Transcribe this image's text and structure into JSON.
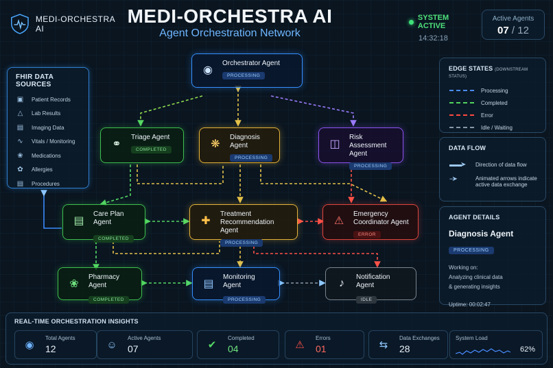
{
  "header": {
    "logo_text": "MEDI-ORCHESTRA AI",
    "title": "MEDI-ORCHESTRA AI",
    "subtitle": "Agent Orchestration Network",
    "system_status": "SYSTEM ACTIVE",
    "time": "14:32:18",
    "active_agents_label": "Active Agents",
    "active_agents_value": "07",
    "active_agents_total": "/ 12"
  },
  "fhir": {
    "title": "FHIR DATA SOURCES",
    "items": [
      {
        "label": "Patient Records",
        "icon": "id-card-icon"
      },
      {
        "label": "Lab Results",
        "icon": "flask-icon"
      },
      {
        "label": "Imaging Data",
        "icon": "image-icon"
      },
      {
        "label": "Vitals / Monitoring",
        "icon": "pulse-icon"
      },
      {
        "label": "Medications",
        "icon": "pill-icon"
      },
      {
        "label": "Allergies",
        "icon": "allergy-icon"
      },
      {
        "label": "Procedures",
        "icon": "clipboard-icon"
      }
    ]
  },
  "agents": {
    "orchestrator": {
      "name": "Orchestrator Agent",
      "status": "PROCESSING",
      "icon": "robot-icon"
    },
    "triage": {
      "name": "Triage Agent",
      "status": "COMPLETED",
      "icon": "stethoscope-icon"
    },
    "diagnosis": {
      "name": "Diagnosis Agent",
      "status": "PROCESSING",
      "icon": "brain-icon"
    },
    "risk": {
      "name_line1": "Risk Assessment",
      "name_line2": "Agent",
      "status": "PROCESSING",
      "icon": "chart-icon"
    },
    "careplan": {
      "name": "Care Plan Agent",
      "status": "COMPLETED",
      "icon": "clipboard-icon"
    },
    "treatment": {
      "name_line1": "Treatment",
      "name_line2": "Recommendation Agent",
      "status": "PROCESSING",
      "icon": "medical-cross-icon"
    },
    "emergency": {
      "name_line1": "Emergency",
      "name_line2": "Coordinator Agent",
      "status": "ERROR",
      "icon": "siren-icon"
    },
    "pharmacy": {
      "name": "Pharmacy Agent",
      "status": "COMPLETED",
      "icon": "pill-icon"
    },
    "monitoring": {
      "name": "Monitoring Agent",
      "status": "PROCESSING",
      "icon": "monitor-icon"
    },
    "notification": {
      "name": "Notification Agent",
      "status": "IDLE",
      "icon": "bell-icon"
    }
  },
  "edge_states": {
    "title": "EDGE STATES",
    "title_note": "(DOWNSTREAM STATUS)",
    "items": [
      {
        "label": "Processing",
        "color": "#4a8cff"
      },
      {
        "label": "Completed",
        "color": "#52d65e"
      },
      {
        "label": "Error",
        "color": "#ff4a40"
      },
      {
        "label": "Idle / Waiting",
        "color": "#8a98a6"
      }
    ]
  },
  "data_flow": {
    "title": "DATA FLOW",
    "row1": "Direction of data flow",
    "row2_line1": "Animated arrows indicate",
    "row2_line2": "active data exchange"
  },
  "agent_details": {
    "title": "AGENT DETAILS",
    "name": "Diagnosis Agent",
    "status": "PROCESSING",
    "working_on_label": "Working on:",
    "working_line1": "Analyzing clinical data",
    "working_line2": "& generating insights",
    "uptime": "Uptime:   00:02:47"
  },
  "insights": {
    "title": "REAL-TIME ORCHESTRATION INSIGHTS",
    "cards": [
      {
        "label": "Total Agents",
        "value": "12",
        "icon": "robot-icon"
      },
      {
        "label": "Active Agents",
        "value": "07",
        "icon": "user-icon"
      },
      {
        "label": "Completed",
        "value": "04",
        "icon": "check-icon"
      },
      {
        "label": "Errors",
        "value": "01",
        "icon": "warning-icon"
      },
      {
        "label": "Data Exchanges",
        "value": "28",
        "icon": "exchange-icon"
      },
      {
        "label": "System Load",
        "value": "62%",
        "icon": "sparkline-icon"
      }
    ]
  },
  "colors": {
    "processing": "#e5b43a",
    "completed": "#3fbf4f",
    "error": "#e0443c",
    "blue": "#3590ff",
    "purple": "#8d54f0"
  }
}
